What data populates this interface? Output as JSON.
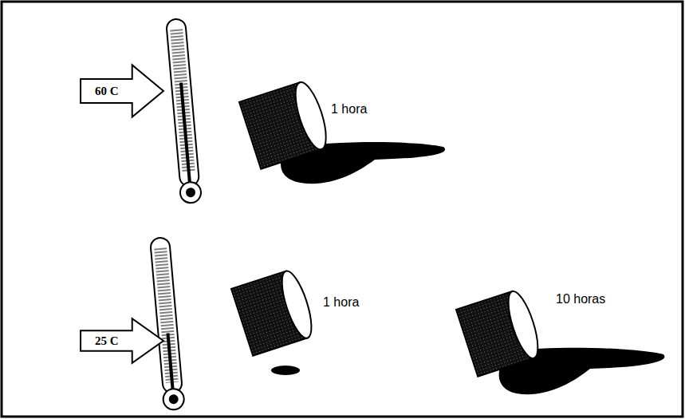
{
  "diagram": {
    "nodes": [
      {
        "text": [
          "60 C"
        ]
      },
      {
        "text": [
          "25 C"
        ]
      }
    ],
    "labels": [
      "1 hora",
      "1 hora",
      "10 horas"
    ]
  }
}
